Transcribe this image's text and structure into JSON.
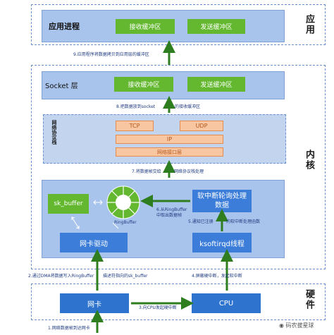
{
  "app_layer": {
    "title": "应用进程",
    "recv_buffer": "接收缓冲区",
    "send_buffer": "发送缓冲区",
    "side_label": "应用"
  },
  "socket_layer": {
    "title": "Socket 层",
    "recv_buffer": "接收缓冲区",
    "send_buffer": "发送缓冲区"
  },
  "protocol_stack": {
    "title": "网络协议栈",
    "tcp": "TCP",
    "udp": "UDP",
    "ip": "IP",
    "netif": "网络接口层"
  },
  "kernel_label": "内核",
  "hardware_label": "硬件",
  "driver_area": {
    "sk_buffer": "sk_buffer",
    "ringbuffer_label": "RingBuffer",
    "nic_driver": "网卡驱动",
    "softirq_poll": "软中断轮询处理数据",
    "ksoftirqd": "ksoftirqd线程"
  },
  "hardware": {
    "nic": "网卡",
    "cpu": "CPU"
  },
  "steps": {
    "s1": "1.网络数据帧到达网卡",
    "s2a": "2.通过DMA将数据写入RingBuffer",
    "s2b": "描述符指向的sk_buffer",
    "s3": "3.向CPU发起硬中断",
    "s4": "4.屏蔽硬中断，发起软中断",
    "s5a": "5.通知已注册",
    "s5b": "的软中断处理函数",
    "s6a": "6.从RingBuffer",
    "s6b": "中取出数据帧",
    "s7a": "7.将数据帧交给",
    "s7b": "网络协议栈处理",
    "s8a": "8.把数据放到socket",
    "s8b": "的接收缓冲区",
    "s9": "9.应用程序将数据拷贝到应用层的缓冲区"
  },
  "watermark": "码农拔星球",
  "colors": {
    "layer_fill": "#a9c4ec",
    "green": "#63b82f",
    "blue": "#3b7dd8",
    "arrow": "#2e7d1f",
    "orange": "#f8c6a0"
  }
}
